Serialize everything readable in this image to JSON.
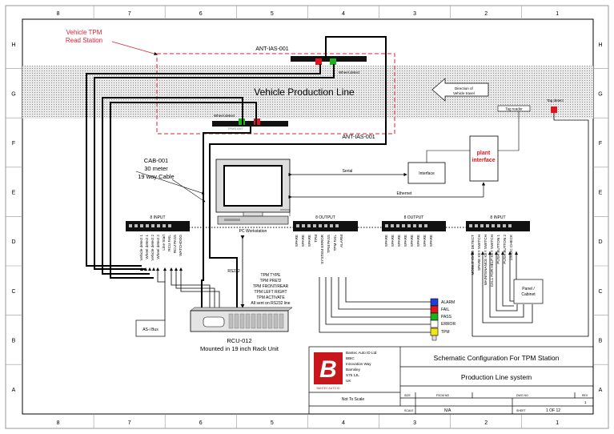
{
  "frame": {
    "columns": [
      "8",
      "7",
      "6",
      "5",
      "4",
      "3",
      "2",
      "1"
    ],
    "rows": [
      "H",
      "G",
      "F",
      "E",
      "D",
      "C",
      "B",
      "A"
    ]
  },
  "labels": {
    "read_station_1": "Vehicle TPM",
    "read_station_2": "Read Station",
    "ant_top": "ANT-IAS-001",
    "ant_bottom": "ANT-IAS-001",
    "production_line": "Vehicle Production Line",
    "wheel_detect_top": "Wheel detect",
    "wheel_detect_bottom": "Wheel detect",
    "tpms_small": "TPMS ANT",
    "direction_1": "Direction of",
    "direction_2": "Vehicle travel",
    "tag_reader": "Tag reader",
    "tag_detect": "Tag detect",
    "cab_1": "CAB-001",
    "cab_2": "30 meter",
    "cab_3": "19 way Cable",
    "workstation": "PC Workstation",
    "serial": "Serial",
    "ethernet": "Ethernet",
    "interface": "Interface",
    "plant_1": "plant",
    "plant_2": "interface",
    "input1_title": "8 INPUT",
    "output1_title": "8 OUTPUT",
    "output2_title": "8 OUTPUT",
    "input2_title": "8 INPUT",
    "rs232": "RS232",
    "as_i_bus": "AS-i Bus",
    "rcu_1": "RCU-012",
    "rcu_2": "Mounted in 19 inch Rack Unit",
    "panel_1": "Panel /",
    "panel_2": "Cabinet",
    "tpm_cmds": [
      "TPM TYPE",
      "TPM PRE'D",
      "TPM FRONT/REAR",
      "TPM LEFT RIGHT",
      "TPM ACTIVATE",
      "All sent on RS232 line"
    ]
  },
  "input1_channels": [
    "Vehicle detect 1",
    "Wheel detect 1",
    "Vehicle detect 2",
    "Wheel detect 2",
    "Line Start",
    "RCU FAIL",
    "RCU PASS",
    "WATCHDOG"
  ],
  "output1_channels": [
    "SPARE",
    "SPARE",
    "SPARE",
    "TPM",
    "SYSTEM ERROR",
    "TPM PASS",
    "TPM FAIL",
    "ALARM"
  ],
  "output2_channels": [
    "SPARE",
    "SPARE",
    "SPARE",
    "SPARE",
    "SPARE",
    "SPARE",
    "SPARE",
    "SPARE"
  ],
  "input2_channels": [
    "MOBILE ID/SD DETECT",
    "SPARE KEY SWITCH",
    "MAINTENANCE KEY SWITCH",
    "CALL FOR HELP KEY SWITCH",
    "PUSH BUTTON 1",
    "PUSH BUTTON 2",
    "24VDC CHECK"
  ],
  "beacon": [
    {
      "label": "ALARM",
      "color": "#1f3fd6"
    },
    {
      "label": "FAIL",
      "color": "#e3141b"
    },
    {
      "label": "PASS",
      "color": "#1bb31b"
    },
    {
      "label": "ERROR",
      "color": "#ffffff"
    },
    {
      "label": "TPM",
      "color": "#f2e614"
    }
  ],
  "title_block": {
    "company": [
      "Bantec Auto ID Ltd",
      "BBIC",
      "Innovation Way",
      "Barnsley",
      "S75 1JL",
      "UK"
    ],
    "logo_text": "BANTEC AUTO ID",
    "not_to_scale": "Not To Scale",
    "title": "Schematic  Configuration For TPM Station",
    "subtitle": "Production Line system",
    "size_label": "SIZE",
    "fscm_label": "FSCM NO",
    "dwg_label": "DWG NO",
    "rev_label": "REV",
    "rev_value": "1",
    "scale_label": "SCALE",
    "scale_value": "N/A",
    "sheet_label": "SHEET",
    "sheet_value": "1 OF 12"
  },
  "colors": {
    "accent": "#e3141b",
    "green": "#1bb31b"
  }
}
